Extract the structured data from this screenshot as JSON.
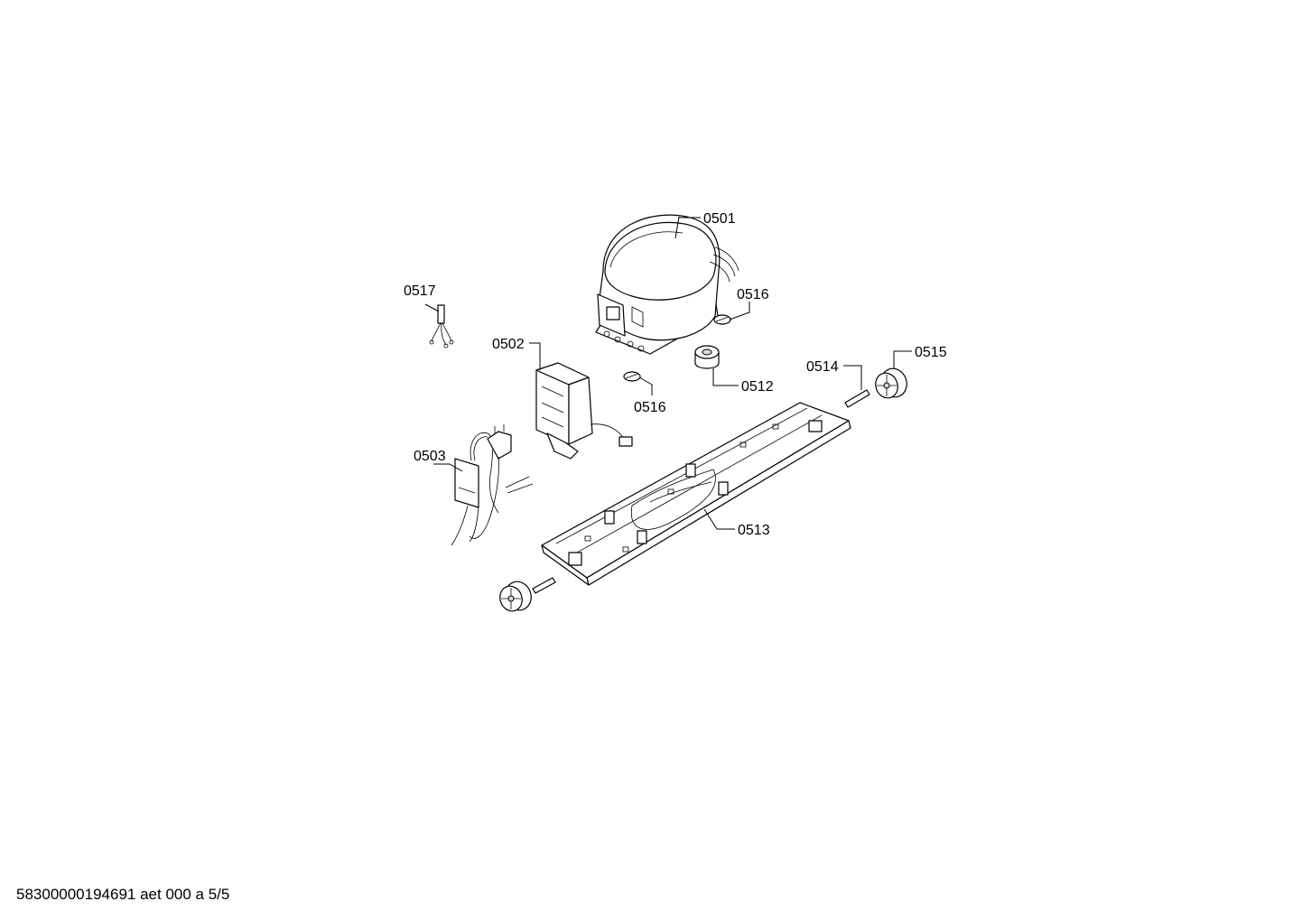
{
  "labels": {
    "p0501": "0501",
    "p0502": "0502",
    "p0503": "0503",
    "p0512": "0512",
    "p0513": "0513",
    "p0514": "0514",
    "p0515": "0515",
    "p0516a": "0516",
    "p0516b": "0516",
    "p0517": "0517"
  },
  "footer": "58300000194691 aet 000 a 5/5"
}
